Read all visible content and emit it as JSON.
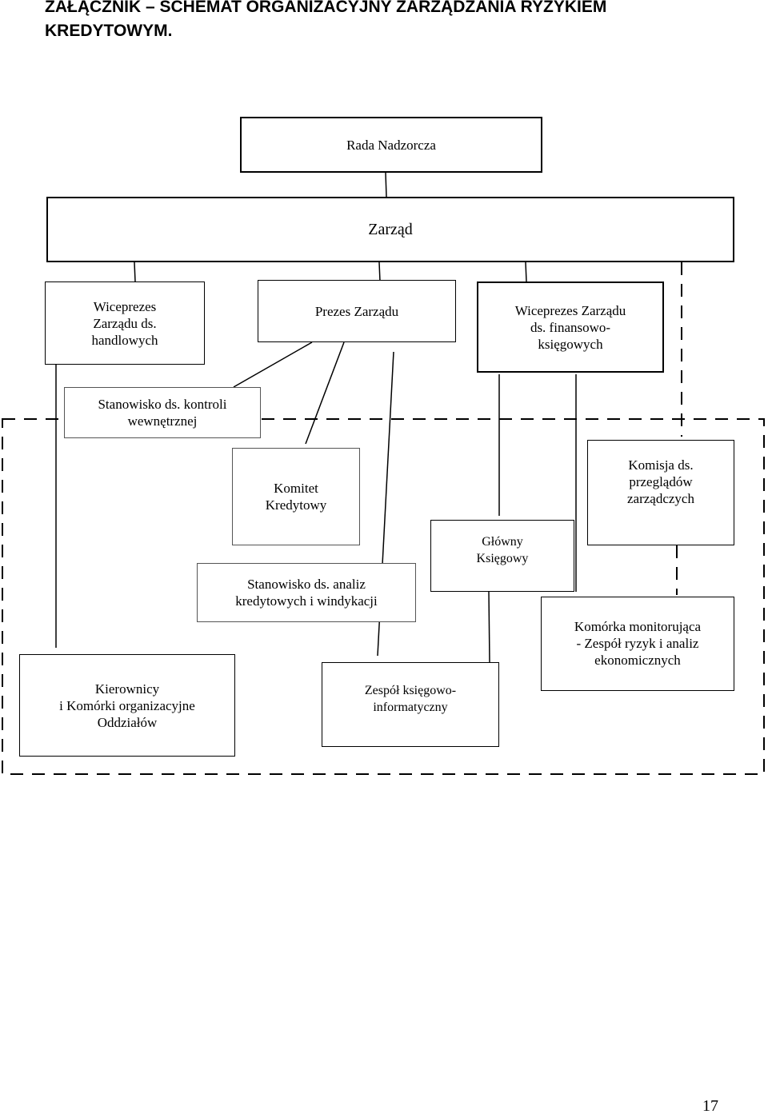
{
  "title": {
    "line1": "ZAŁĄCZNIK   – SCHEMAT ORGANIZACYJNY ZARZĄDZANIA RYZYKIEM",
    "line2": "KREDYTOWYM."
  },
  "nodes": {
    "rada_nadzorcza": "Rada Nadzorcza",
    "zarzad": "Zarząd",
    "wiceprezes_handlowy": "Wiceprezes\nZarządu ds.\nhandlowych",
    "prezes_zarzadu": "Prezes Zarządu",
    "wiceprezes_finansowy": "Wiceprezes Zarządu\nds. finansowo-\nksięgowych",
    "stanowisko_kontroli": "Stanowisko ds. kontroli\nwewnętrznej",
    "komitet_kredytowy": "Komitet\nKredytowy",
    "komisja_przegladow": "Komisja ds.\nprzeglądów\nzarządczych",
    "glowny_ksiegowy": "Główny\nKsięgowy",
    "stanowisko_analiz": "Stanowisko ds.  analiz\nkredytowych    i windykacji",
    "komorka_monitorujaca": "Komórka monitorująca\n- Zespół  ryzyk i analiz\nekonomicznych",
    "kierownicy_komorki": "Kierownicy\ni Komórki    organizacyjne\nOddziałów",
    "zespol_ksiegowo": "Zespół księgowo-\ninformatyczny"
  },
  "page_number": "17"
}
